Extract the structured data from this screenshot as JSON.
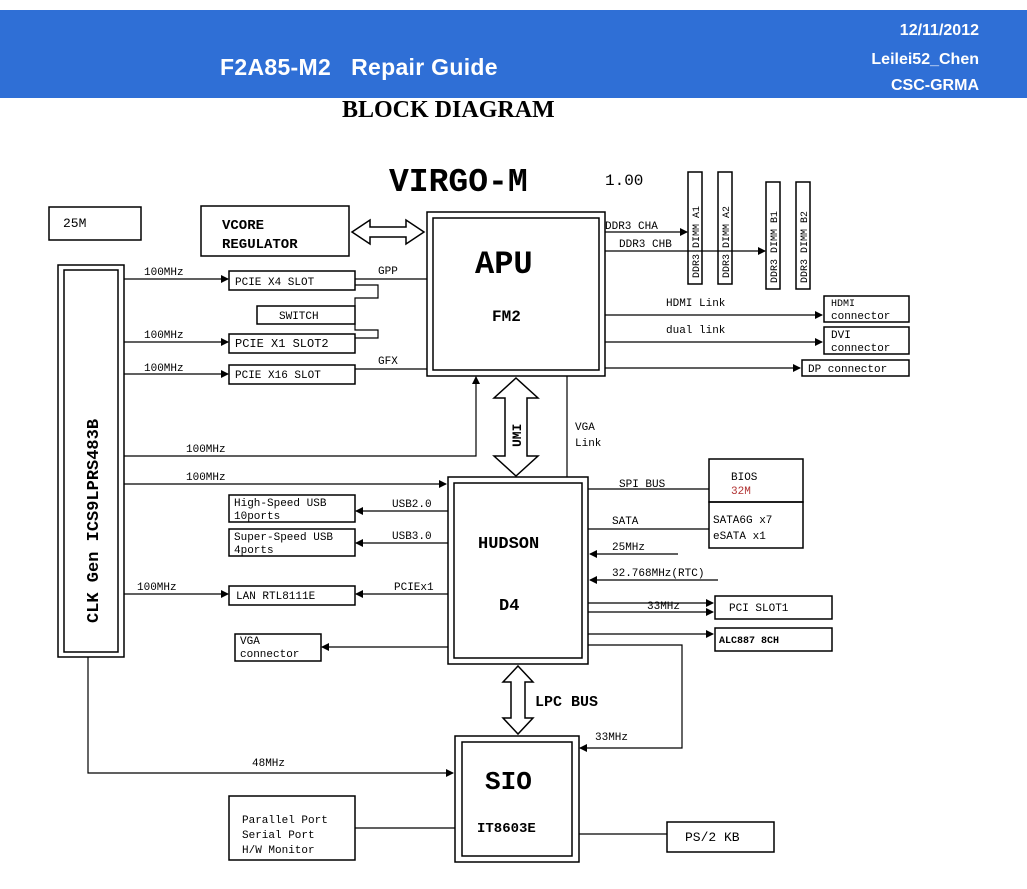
{
  "header": {
    "title": "F2A85-M2   Repair Guide",
    "date": "12/11/2012",
    "author": "Leilei52_Chen",
    "org": "CSC-GRMA",
    "color": "#2f6fd6"
  },
  "page_title": "BLOCK DIAGRAM",
  "diagram": {
    "board_name": "VIRGO-M",
    "board_version": "1.00",
    "crystal": "25M",
    "clkgen": "CLK Gen  ICS9LPRS483B",
    "vcore": [
      "VCORE",
      "REGULATOR"
    ],
    "apu": {
      "title": "APU",
      "sub": "FM2"
    },
    "hudson": {
      "title": "HUDSON",
      "sub": "D4"
    },
    "sio": {
      "title": "SIO",
      "sub": "IT8603E"
    },
    "slots": {
      "pcie_x4": "PCIE X4 SLOT",
      "switch": "SWITCH",
      "pcie_x1": "PCIE X1 SLOT2",
      "pcie_x16": "PCIE X16 SLOT"
    },
    "bus": {
      "gpp": "GPP",
      "gfx": "GFX",
      "umi": "UMI",
      "vga_link": [
        "VGA",
        "Link"
      ],
      "lpc": "LPC BUS",
      "ddr_cha": "DDR3 CHA",
      "ddr_chb": "DDR3 CHB",
      "hdmi_link": "HDMI Link",
      "dual_link": "dual link",
      "spi_bus": "SPI BUS",
      "sata": "SATA",
      "usb2": "USB2.0",
      "usb3": "USB3.0",
      "pciex1": "PCIEx1"
    },
    "freqs": {
      "f100": "100MHz",
      "f25": "25MHz",
      "rtc": "32.768MHz(RTC)",
      "f33": "33MHz",
      "f48": "48MHz"
    },
    "dimms": [
      "DDR3 DIMM A1",
      "DDR3 DIMM A2",
      "DDR3 DIMM B1",
      "DDR3 DIMM B2"
    ],
    "hdmi_conn": [
      "HDMI",
      "connector"
    ],
    "dvi_conn": [
      "DVI",
      "connector"
    ],
    "dp_conn": "DP connector",
    "bios": {
      "line1": "BIOS",
      "line2": "32M",
      "line2_color": "#b03030"
    },
    "sata_port": [
      "SATA6G x7",
      "eSATA x1"
    ],
    "usb_hs": [
      "High-Speed USB",
      "10ports"
    ],
    "usb_ss": [
      "Super-Speed USB",
      "4ports"
    ],
    "lan": "LAN RTL8111E",
    "vga_conn": [
      "VGA",
      "connector"
    ],
    "pci_slot": "PCI SLOT1",
    "alc": "ALC887  8CH",
    "ps2": "PS/2 KB",
    "io_block": [
      "Parallel Port",
      "Serial Port",
      "H/W Monitor"
    ]
  }
}
